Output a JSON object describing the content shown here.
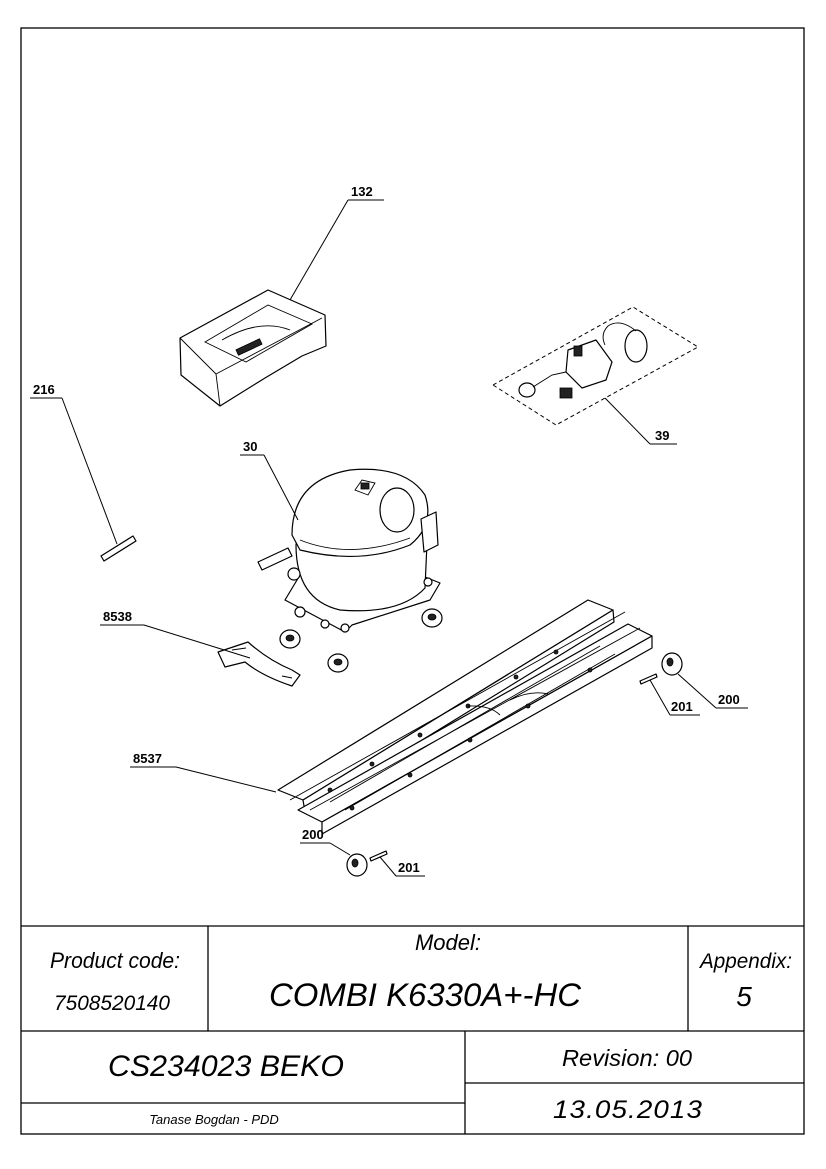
{
  "callouts": {
    "c132": "132",
    "c39": "39",
    "c216": "216",
    "c30": "30",
    "c8538": "8538",
    "c201_right": "201",
    "c200_right": "200",
    "c8537": "8537",
    "c200_bottom": "200",
    "c201_bottom": "201"
  },
  "title_block": {
    "product_code_label": "Product code:",
    "product_code_value": "7508520140",
    "model_label": "Model:",
    "model_value": "COMBI K6330A+-HC",
    "appendix_label": "Appendix:",
    "appendix_value": "5",
    "document_code": "CS234023 BEKO",
    "revision": "Revision: 00",
    "author": "Tanase Bogdan - PDD",
    "date": "13.05.2013"
  }
}
